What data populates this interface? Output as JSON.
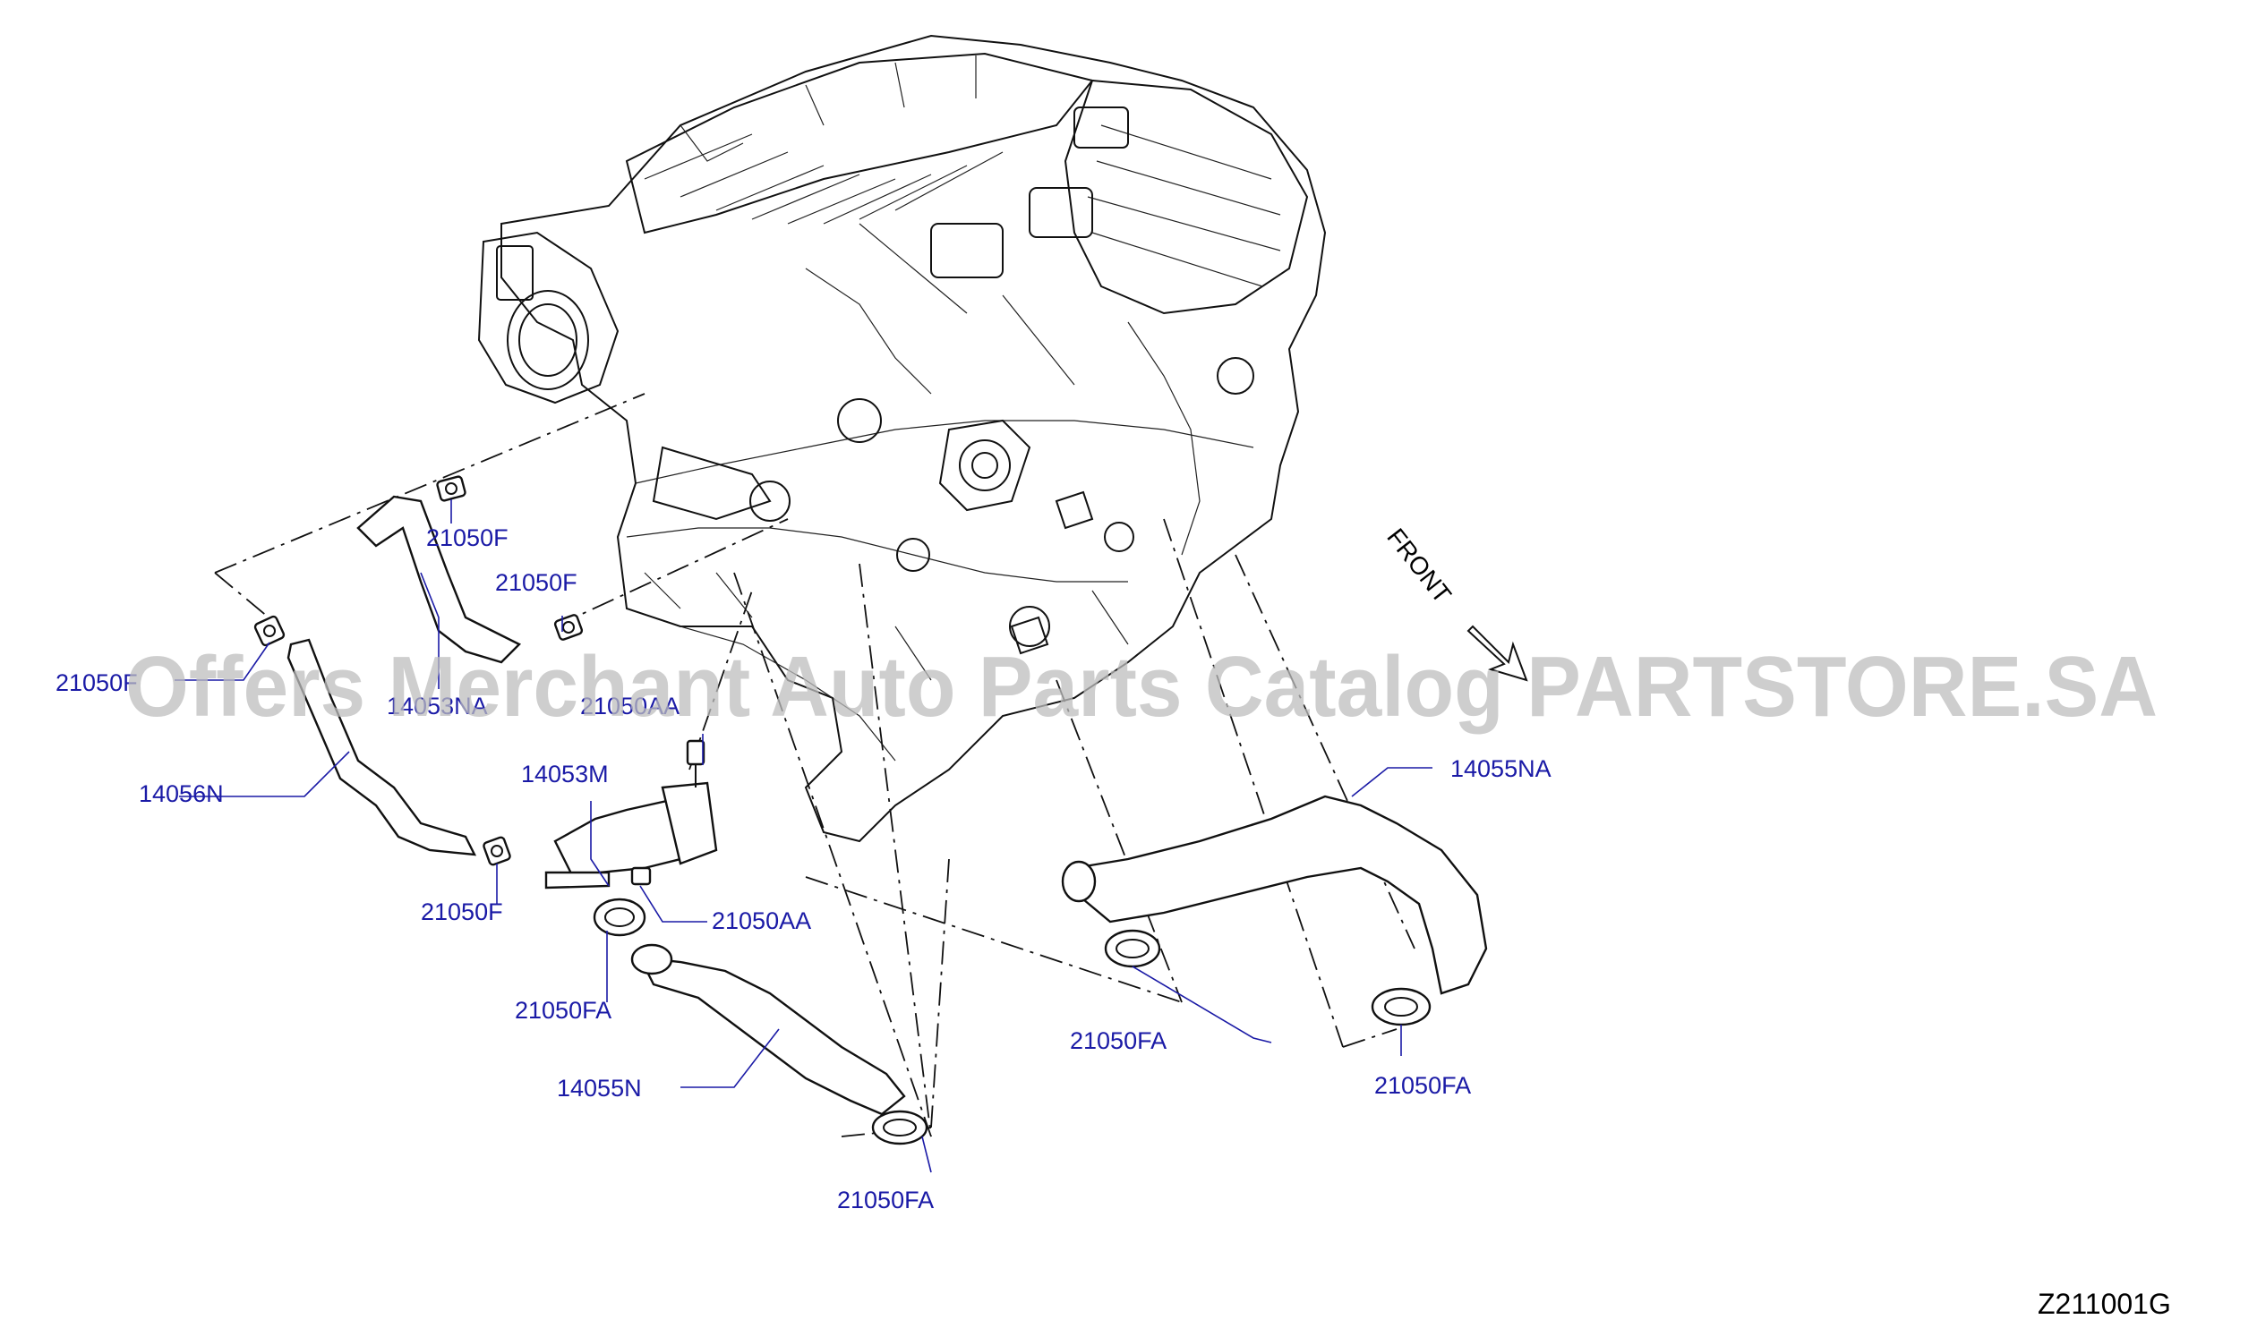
{
  "callouts": {
    "c1": "21050F",
    "c2": "21050F",
    "c3": "21050F",
    "c4": "21050F",
    "c5": "14053NA",
    "c6": "21050AA",
    "c7": "14056N",
    "c8": "14053M",
    "c9": "21050AA",
    "c10": "21050FA",
    "c11": "14055N",
    "c12": "21050FA",
    "c13": "14055NA",
    "c14": "21050FA",
    "c15": "21050FA"
  },
  "front_label": "FRONT",
  "diagram_code": "Z211001G",
  "watermark": "Offers Merchant Auto Parts Catalog PARTSTORE.SA"
}
